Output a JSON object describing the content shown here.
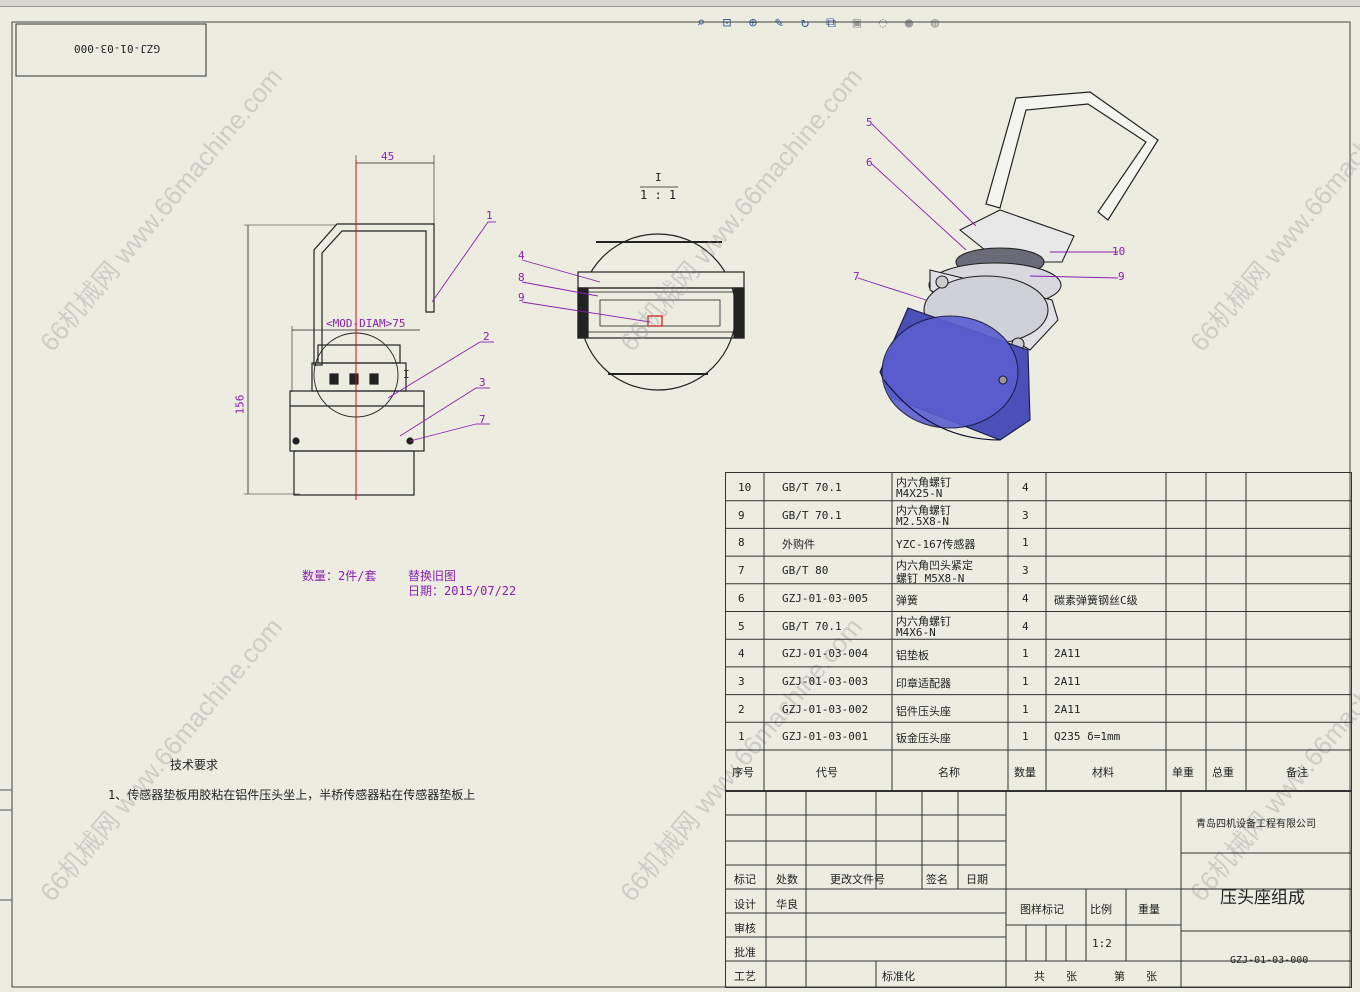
{
  "drawing": {
    "corner_code": "GZJ-01-03-000",
    "detail_label": "I",
    "detail_scale": "1 : 1",
    "dim_width": "45",
    "dim_height": "156",
    "dim_diam": "<MOD-DIAM>75",
    "section_mark": "I",
    "quantity_note": "数量：2件/套",
    "replace_note": "替换旧图",
    "date_note": "日期：2015/07/22",
    "front_balloons": [
      "1",
      "2",
      "3",
      "7"
    ],
    "detail_balloons": [
      "4",
      "8",
      "9"
    ],
    "iso_balloons": [
      "5",
      "6",
      "7",
      "10",
      "9"
    ]
  },
  "tech": {
    "title": "技术要求",
    "line1": "1、传感器垫板用胶粘在铝件压头坐上，半桥传感器粘在传感器垫板上"
  },
  "toolbar": {
    "icons": [
      "zoom-to-fit-icon",
      "zoom-area-icon",
      "zoom-in-out-icon",
      "pan-icon",
      "rotate-icon",
      "view-orientation-icon",
      "display-style-icon",
      "hide-show-icon",
      "appearance-icon",
      "scene-icon"
    ]
  },
  "bom": {
    "rows": [
      {
        "no": "10",
        "code": "GB/T 70.1",
        "name1": "内六角螺钉",
        "name2": "M4X25-N",
        "qty": "4",
        "mat": ""
      },
      {
        "no": "9",
        "code": "GB/T 70.1",
        "name1": "内六角螺钉",
        "name2": "M2.5X8-N",
        "qty": "3",
        "mat": ""
      },
      {
        "no": "8",
        "code": "外购件",
        "name1": "YZC-167传感器",
        "name2": "",
        "qty": "1",
        "mat": ""
      },
      {
        "no": "7",
        "code": "GB/T 80",
        "name1": "内六角凹头紧定",
        "name2": "螺钉 M5X8-N",
        "qty": "3",
        "mat": ""
      },
      {
        "no": "6",
        "code": "GZJ-01-03-005",
        "name1": "弹簧",
        "name2": "",
        "qty": "4",
        "mat": "碳素弹簧钢丝C级"
      },
      {
        "no": "5",
        "code": "GB/T 70.1",
        "name1": "内六角螺钉",
        "name2": "M4X6-N",
        "qty": "4",
        "mat": ""
      },
      {
        "no": "4",
        "code": "GZJ-01-03-004",
        "name1": "铝垫板",
        "name2": "",
        "qty": "1",
        "mat": "2A11"
      },
      {
        "no": "3",
        "code": "GZJ-01-03-003",
        "name1": "印章适配器",
        "name2": "",
        "qty": "1",
        "mat": "2A11"
      },
      {
        "no": "2",
        "code": "GZJ-01-03-002",
        "name1": "铝件压头座",
        "name2": "",
        "qty": "1",
        "mat": "2A11"
      },
      {
        "no": "1",
        "code": "GZJ-01-03-001",
        "name1": "钣金压头座",
        "name2": "",
        "qty": "1",
        "mat": "Q235 δ=1mm"
      }
    ],
    "header": {
      "no": "序号",
      "code": "代号",
      "name": "名称",
      "qty": "数量",
      "mat": "材料",
      "unit_w": "单重",
      "total_w": "总重",
      "remark": "备注"
    }
  },
  "title_block": {
    "company": "青岛四机设备工程有限公司",
    "title": "压头座组成",
    "drawing_no": "GZJ-01-03-000",
    "mark": "标记",
    "zones": "处数",
    "change_doc": "更改文件号",
    "signature": "签名",
    "date": "日期",
    "design": "设计",
    "designer": "华良",
    "review": "审核",
    "approve": "批准",
    "process": "工艺",
    "standard": "标准化",
    "stage_mark": "图样标记",
    "scale_label": "比例",
    "weight_label": "重量",
    "scale_value": "1:2",
    "total": "共",
    "sheets": "张",
    "sheet_no": "第",
    "sheets2": "张"
  },
  "watermark": "66机械网 www.66machine.com",
  "colors": {
    "line": "#222222",
    "purple": "#8a1fb0",
    "blue": "#4b4fb8",
    "red": "#d01010"
  }
}
